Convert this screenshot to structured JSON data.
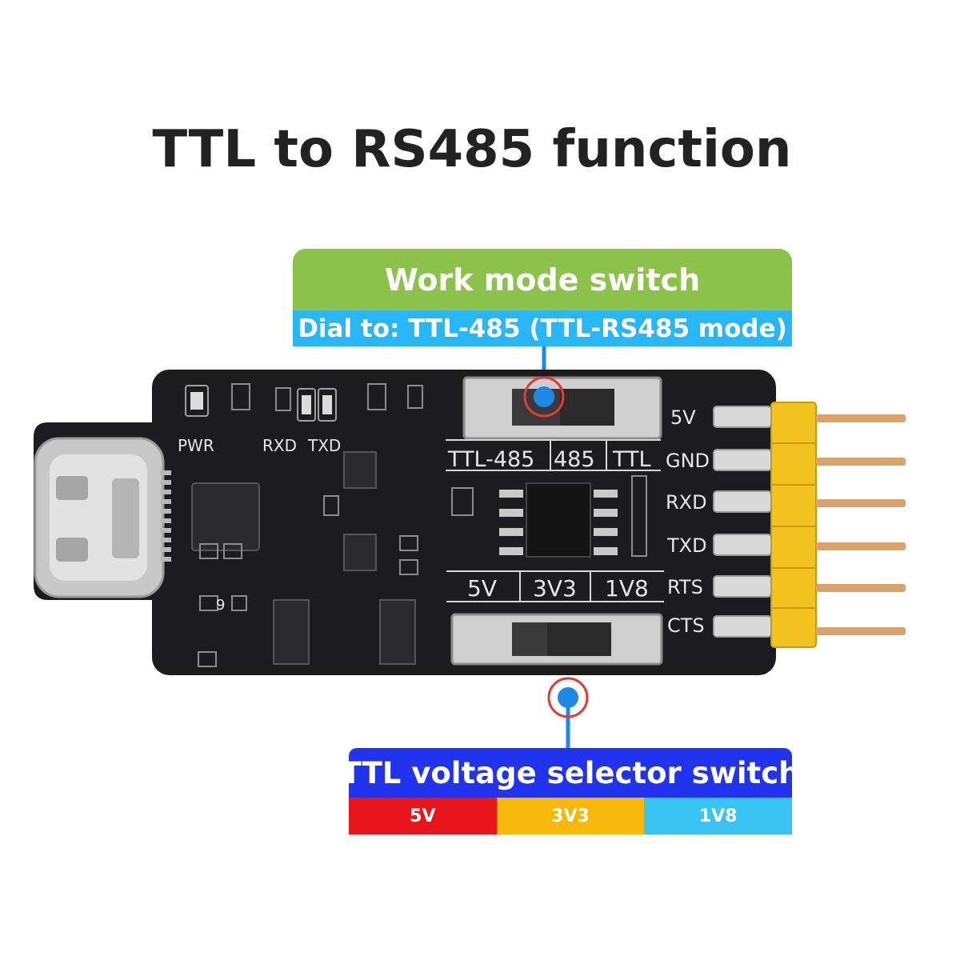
{
  "title": "TTL to RS485 function",
  "work_mode": {
    "heading": "Work mode switch",
    "instruction": "Dial to: TTL-485 (TTL-RS485 mode)",
    "positions": [
      "TTL-485",
      "485",
      "TTL"
    ]
  },
  "voltage_selector": {
    "heading": "TTL voltage selector switch",
    "options": [
      {
        "label": "5V",
        "color": "#e8151b",
        "text_color": "#ffffff"
      },
      {
        "label": "3V3",
        "color": "#f8b70b",
        "text_color": "#ffffff"
      },
      {
        "label": "1V8",
        "color": "#38c3f2",
        "text_color": "#ffffff"
      }
    ],
    "positions": [
      "5V",
      "3V3",
      "1V8"
    ]
  },
  "board": {
    "led_labels": [
      "PWR",
      "RXD",
      "TXD"
    ],
    "pin_labels": [
      "5V",
      "GND",
      "RXD",
      "TXD",
      "RTS",
      "CTS"
    ],
    "silk_number": "9"
  },
  "colors": {
    "board": "#1c1c1e",
    "pin_header": "#f2c21f",
    "marker_ring": "#e53935",
    "marker_dot": "#1e88e5"
  }
}
